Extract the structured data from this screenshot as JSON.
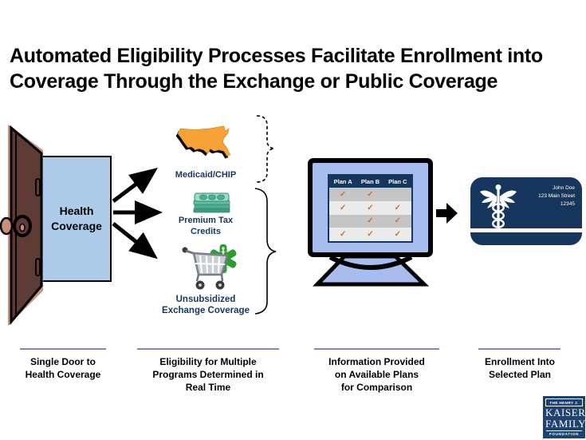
{
  "title": "Automated Eligibility Processes Facilitate Enrollment into\nCoverage Through the Exchange or Public Coverage",
  "door": {
    "label": "Health\nCoverage"
  },
  "programs": [
    {
      "label": "Medicaid/CHIP"
    },
    {
      "label": "Premium Tax\nCredits"
    },
    {
      "label": "Unsubsidized\nExchange Coverage"
    }
  ],
  "monitor": {
    "columns": [
      "Plan A",
      "Plan B",
      "Plan C"
    ],
    "check_glyph": "✓",
    "rows": [
      [
        true,
        true,
        false
      ],
      [
        true,
        true,
        true
      ],
      [
        false,
        true,
        true
      ],
      [
        true,
        true,
        true
      ]
    ]
  },
  "card": {
    "name": "John Doe",
    "address": "123 Main Street",
    "zip": "12345"
  },
  "captions": [
    "Single Door to\nHealth Coverage",
    "Eligibility for Multiple\nPrograms Determined in\nReal Time",
    "Information Provided\non Available Plans\nfor Comparison",
    "Enrollment Into\nSelected Plan"
  ],
  "logo": {
    "top": "THE HENRY J.",
    "name1": "KAISER",
    "name2": "FAMILY",
    "bottom": "FOUNDATION"
  },
  "colors": {
    "navy": "#17365D",
    "door_brown": "#5E3B35",
    "door_highlight": "#C9907F",
    "doorway_blue": "#AECBEA",
    "bezel_blue": "#A7BCEF",
    "map_orange": "#F6A237",
    "check_orange": "#BE7434",
    "caption_line_purple": "#8F81B8",
    "money_teal": "#4FAE92",
    "star_green": "#2E9C33",
    "row_dark": "#C5C5C5",
    "row_light": "#EBEBEB"
  }
}
